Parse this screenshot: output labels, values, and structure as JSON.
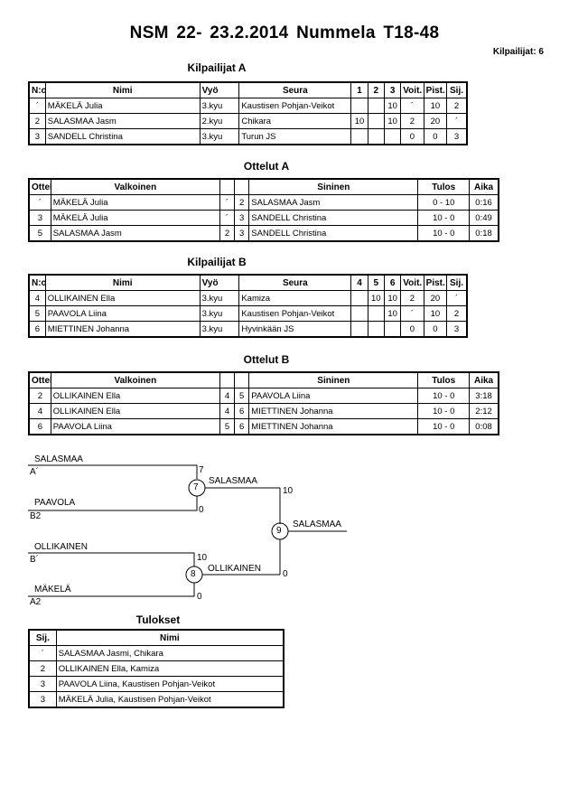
{
  "header": {
    "title": "NSM  22- 23.2.2014  Nummela    T18-48",
    "count": "Kilpailijat: 6"
  },
  "kilpailijat_a": {
    "title": "Kilpailijat A",
    "headers": [
      "N:o",
      "Nimi",
      "Vyö",
      "Seura",
      "1",
      "2",
      "3",
      "Voit.",
      "Pist.",
      "Sij."
    ],
    "rows": [
      [
        "´",
        "MÄKELÄ Julia",
        "3.kyu",
        "Kaustisen Pohjan-Veikot",
        "",
        "",
        "10",
        "´",
        "10",
        "2"
      ],
      [
        "2",
        "SALASMAA Jasm",
        "2.kyu",
        "Chikara",
        "10",
        "",
        "10",
        "2",
        "20",
        "´"
      ],
      [
        "3",
        "SANDELL Christina",
        "3.kyu",
        "Turun JS",
        "",
        "",
        "",
        "0",
        "0",
        "3"
      ]
    ]
  },
  "ottelut_a": {
    "title": "Ottelut A",
    "headers": [
      "Ottelu",
      "Valkoinen",
      "",
      "",
      "Sininen",
      "Tulos",
      "Aika"
    ],
    "rows": [
      [
        "´",
        "MÄKELÄ Julia",
        "´",
        "2",
        "SALASMAA Jasm",
        "0 - 10",
        "0:16"
      ],
      [
        "3",
        "MÄKELÄ Julia",
        "´",
        "3",
        "SANDELL Christina",
        "10 - 0",
        "0:49"
      ],
      [
        "5",
        "SALASMAA Jasm",
        "2",
        "3",
        "SANDELL Christina",
        "10 - 0",
        "0:18"
      ]
    ]
  },
  "kilpailijat_b": {
    "title": "Kilpailijat B",
    "headers": [
      "N:o",
      "Nimi",
      "Vyö",
      "Seura",
      "4",
      "5",
      "6",
      "Voit.",
      "Pist.",
      "Sij."
    ],
    "rows": [
      [
        "4",
        "OLLIKAINEN Ella",
        "3.kyu",
        "Kamiza",
        "",
        "10",
        "10",
        "2",
        "20",
        "´"
      ],
      [
        "5",
        "PAAVOLA Liina",
        "3.kyu",
        "Kaustisen Pohjan-Veikot",
        "",
        "",
        "10",
        "´",
        "10",
        "2"
      ],
      [
        "6",
        "MIETTINEN Johanna",
        "3.kyu",
        "Hyvinkään JS",
        "",
        "",
        "",
        "0",
        "0",
        "3"
      ]
    ]
  },
  "ottelut_b": {
    "title": "Ottelut B",
    "headers": [
      "Ottelu",
      "Valkoinen",
      "",
      "",
      "Sininen",
      "Tulos",
      "Aika"
    ],
    "rows": [
      [
        "2",
        "OLLIKAINEN Ella",
        "4",
        "5",
        "PAAVOLA Liina",
        "10 - 0",
        "3:18"
      ],
      [
        "4",
        "OLLIKAINEN Ella",
        "4",
        "6",
        "MIETTINEN Johanna",
        "10 - 0",
        "2:12"
      ],
      [
        "6",
        "PAAVOLA Liina",
        "5",
        "6",
        "MIETTINEN Johanna",
        "10 - 0",
        "0:08"
      ]
    ]
  },
  "bracket": {
    "m7": {
      "top_name": "SALASMAA",
      "top_seed": "A´",
      "bottom_name": "PAAVOLA",
      "bottom_seed": "B2",
      "top_score": "7",
      "bottom_score": "0",
      "match": "7",
      "winner": "SALASMAA"
    },
    "m8": {
      "top_name": "OLLIKAINEN",
      "top_seed": "B´",
      "bottom_name": "MÄKELÄ",
      "bottom_seed": "A2",
      "top_score": "10",
      "bottom_score": "0",
      "match": "8",
      "winner": "OLLIKAINEN"
    },
    "m9": {
      "top_score": "10",
      "bottom_score": "0",
      "match": "9",
      "winner": "SALASMAA"
    }
  },
  "tulokset": {
    "title": "Tulokset",
    "headers": [
      "Sij.",
      "Nimi"
    ],
    "rows": [
      [
        "´",
        "SALASMAA Jasmi, Chikara"
      ],
      [
        "2",
        "OLLIKAINEN Ella, Kamiza"
      ],
      [
        "3",
        "PAAVOLA Liina, Kaustisen Pohjan-Veikot"
      ],
      [
        "3",
        "MÄKELÄ Julia, Kaustisen Pohjan-Veikot"
      ]
    ]
  }
}
